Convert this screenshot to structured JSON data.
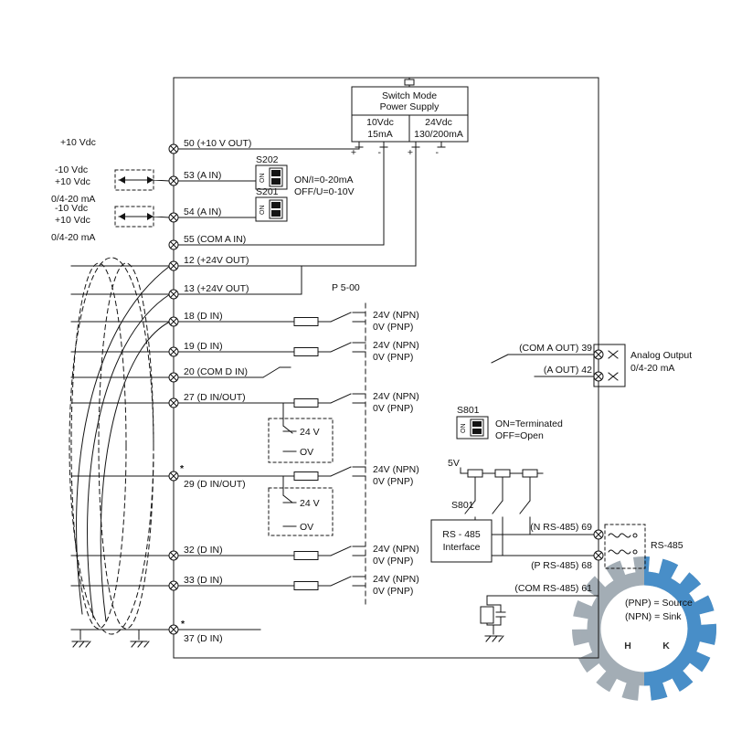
{
  "power_supply": {
    "title_line1": "Switch Mode",
    "title_line2": "Power Supply",
    "col1_voltage": "10Vdc",
    "col1_current": "15mA",
    "col2_voltage": "24Vdc",
    "col2_current": "130/200mA",
    "plus": "+",
    "minus": "-"
  },
  "left_labels": {
    "t50": "+10 Vdc",
    "t53_minus": "-10 Vdc",
    "t53_plus": "+10 Vdc",
    "t53_ma": "0/4-20 mA",
    "t54_minus": "-10 Vdc",
    "t54_plus": "+10 Vdc",
    "t54_ma": "0/4-20 mA"
  },
  "terminals": {
    "t50": "50 (+10 V OUT)",
    "t53": "53 (A IN)",
    "t54": "54 (A IN)",
    "t55": "55 (COM A IN)",
    "t12": "12 (+24V OUT)",
    "t13": "13 (+24V OUT)",
    "t18": "18 (D IN)",
    "t19": "19 (D IN)",
    "t20": "20 (COM D IN)",
    "t27": "27 (D IN/OUT)",
    "t29": "29 (D IN/OUT)",
    "t32": "32 (D IN)",
    "t33": "33 (D IN)",
    "t37": "37 (D IN)",
    "asterisk": "*"
  },
  "switches": {
    "s202_label": "S202",
    "s201_label": "S201",
    "on_text": "ON",
    "s202_on": "ON/I=0-20mA",
    "s202_off": "OFF/U=0-10V",
    "s801_label": "S801",
    "s801_on": "ON=Terminated",
    "s801_off": "OFF=Open"
  },
  "digital": {
    "param": "P 5-00",
    "npn": "24V (NPN)",
    "pnp": "0V (PNP)",
    "v24": "24 V",
    "v0": "OV"
  },
  "analog_out": {
    "com": "(COM A OUT) 39",
    "out": "(A OUT) 42",
    "label1": "Analog Output",
    "label2": "0/4-20 mA"
  },
  "rs485": {
    "five_v": "5V",
    "interface_line1": "RS - 485",
    "interface_line2": "Interface",
    "n_line": "(N RS-485) 69",
    "p_line": "(P RS-485) 68",
    "com_line": "(COM RS-485) 61",
    "bus_label": "RS-485"
  },
  "legend": {
    "pnp": "(PNP) =  Source",
    "npn": "(NPN) =  Sink"
  },
  "watermark": {
    "h": "H",
    "k": "K"
  }
}
